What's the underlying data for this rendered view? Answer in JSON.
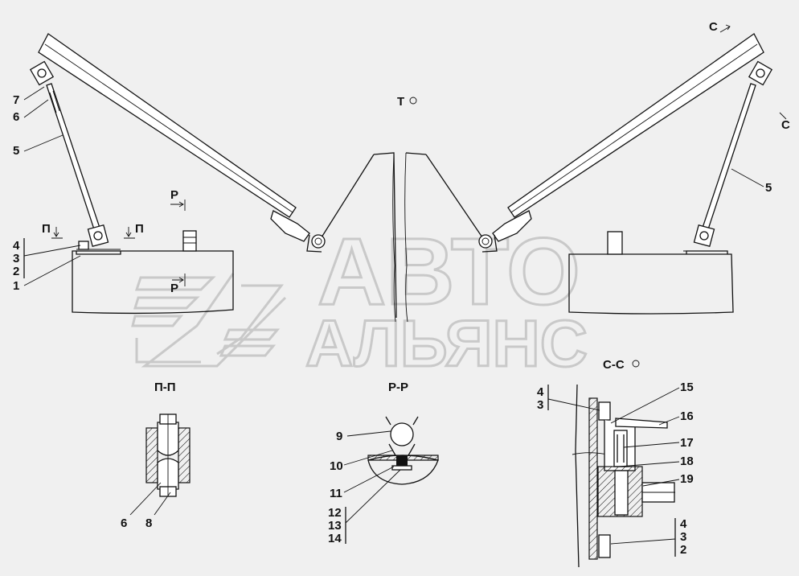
{
  "watermark": {
    "line1": "АВТО",
    "line2": "АЛЬЯНС"
  },
  "view_marks": {
    "T": "Т",
    "C_top": "С",
    "C_right": "С",
    "P_top": "Р",
    "P_mid": "Р",
    "PI_left": "П",
    "PI_right": "П"
  },
  "section_titles": {
    "pp": "П-П",
    "rr": "Р-Р",
    "cc": "С-С"
  },
  "callouts": {
    "main_left": [
      "7",
      "6",
      "5",
      "4",
      "3",
      "2",
      "1"
    ],
    "main_right": [
      "5"
    ],
    "pp": [
      "6",
      "8"
    ],
    "rr": [
      "9",
      "10",
      "11",
      "12",
      "13",
      "14"
    ],
    "cc_top": [
      "4",
      "3"
    ],
    "cc_right": [
      "15",
      "16",
      "17",
      "18",
      "19"
    ],
    "cc_bottom": [
      "4",
      "3",
      "2"
    ]
  }
}
